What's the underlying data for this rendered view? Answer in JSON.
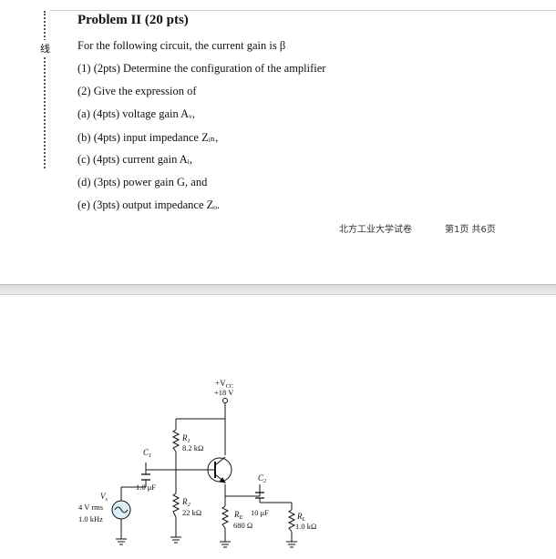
{
  "problem": {
    "title": "Problem II (20 pts)",
    "intro": "For the following circuit, the current gain is  β",
    "items": [
      "(1) (2pts) Determine the configuration of the amplifier",
      "(2) Give the expression of",
      "(a) (4pts) voltage gain Aᵥ,",
      "(b) (4pts) input impedance Zᵢₙ,",
      "(c) (4pts) current gain Aᵢ,",
      "(d) (3pts) power gain G, and",
      "(e) (3pts) output impedance Zₒ."
    ]
  },
  "margin_mark": "线",
  "footer": {
    "school": "北方工业大学试卷",
    "page": "第1页   共6页"
  },
  "circuit": {
    "vcc_label": "+V",
    "vcc_sub": "CC",
    "vcc_value": "+18 V",
    "r1_name": "R",
    "r1_sub": "1",
    "r1_value": "8.2 kΩ",
    "r2_name": "R",
    "r2_sub": "2",
    "r2_value": "22 kΩ",
    "re_name": "R",
    "re_sub": "E",
    "re_value": "680 Ω",
    "rl_name": "R",
    "rl_sub": "L",
    "rl_value": "1.0 kΩ",
    "c1_name": "C",
    "c1_sub": "1",
    "c1_value": "1.0 μF",
    "c2_name": "C",
    "c2_sub": "2",
    "c2_value": "10 μF",
    "vs_name": "V",
    "vs_sub": "s",
    "vs_amplitude": "4 V rms",
    "vs_freq": "1.0 kHz"
  }
}
